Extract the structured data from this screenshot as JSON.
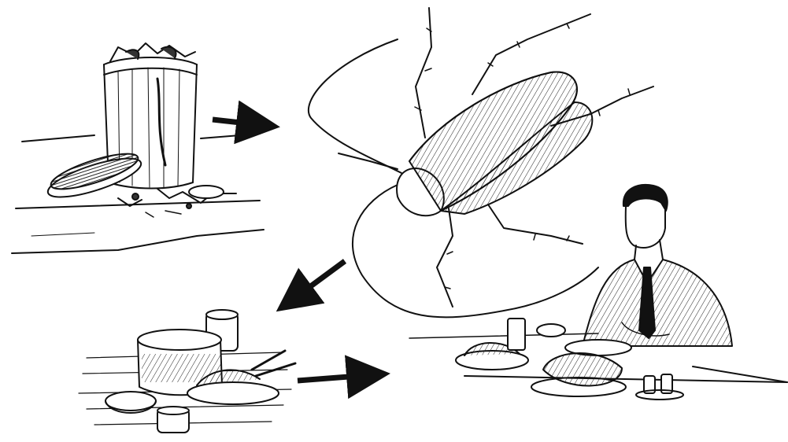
{
  "diagram": {
    "style": "black-and-white pen illustration",
    "colors": {
      "ink": "#111111",
      "paper": "#ffffff",
      "shade": "#555555"
    },
    "panels": [
      {
        "id": "garbage",
        "icon": "garbage-can-icon"
      },
      {
        "id": "cockroach",
        "icon": "cockroach-icon"
      },
      {
        "id": "food",
        "icon": "food-table-icon"
      },
      {
        "id": "diner",
        "icon": "man-eating-icon"
      }
    ],
    "arrows": [
      {
        "from": "garbage",
        "to": "cockroach"
      },
      {
        "from": "cockroach",
        "to": "food"
      },
      {
        "from": "food",
        "to": "diner"
      }
    ]
  }
}
